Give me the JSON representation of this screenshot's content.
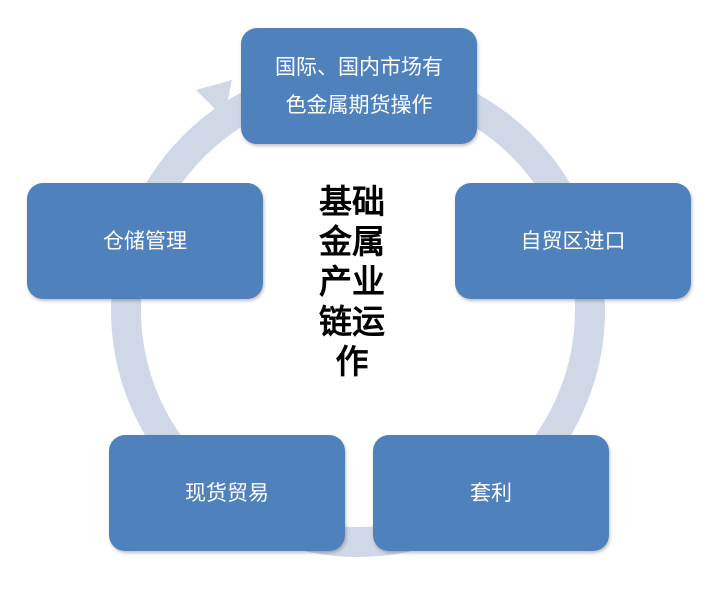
{
  "title": "基础金属产业链运作",
  "title_lines": [
    "基础",
    "金属",
    "产业",
    "链运",
    "作"
  ],
  "nodes": {
    "top": {
      "line1": "国际、国内市场有",
      "line2": "色金属期货操作"
    },
    "right": "自贸区进口",
    "bottom_right": "套利",
    "bottom_left": "现货贸易",
    "left": "仓储管理"
  },
  "colors": {
    "box": "#4f81bd",
    "ring": "#d0d7e6"
  }
}
